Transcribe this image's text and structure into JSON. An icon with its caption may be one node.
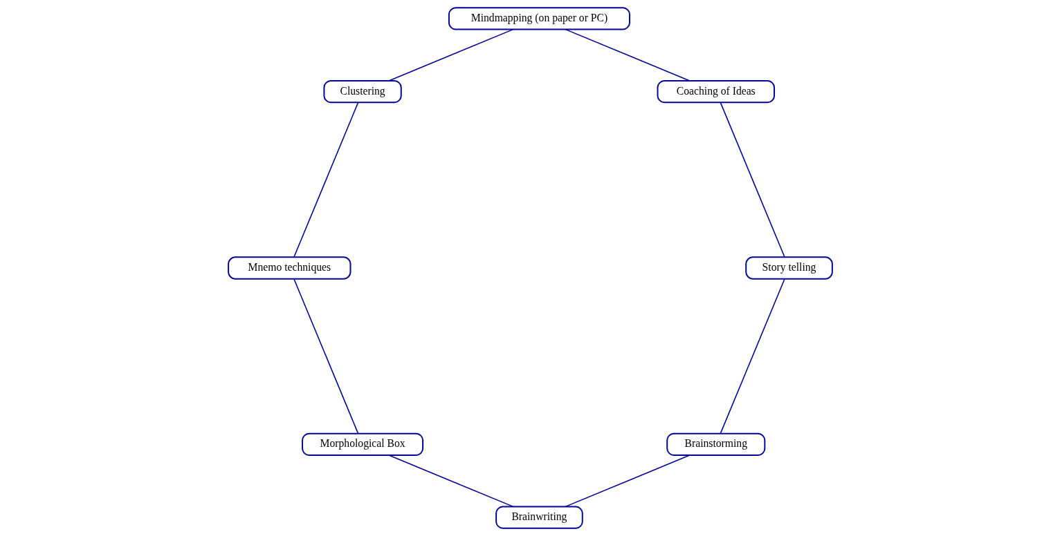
{
  "diagram": {
    "nodes": [
      {
        "text": [
          "Brainstorming"
        ]
      },
      {
        "text": [
          "Story telling"
        ]
      },
      {
        "text": [
          "Brainwriting"
        ]
      },
      {
        "text": [
          "Coaching of Ideas"
        ]
      },
      {
        "text": [
          "Morphological Box"
        ]
      },
      {
        "text": [
          "Mnemo techniques"
        ]
      },
      {
        "text": [
          "Mindmapping (on paper or PC)"
        ]
      },
      {
        "text": [
          "Clustering"
        ]
      }
    ],
    "edges": [
      {
        "from": 0,
        "to": 2,
        "arrow": "none"
      },
      {
        "from": 2,
        "to": 4,
        "arrow": "none"
      },
      {
        "from": 4,
        "to": 5,
        "arrow": "none"
      },
      {
        "from": 5,
        "to": 7,
        "arrow": "none"
      },
      {
        "from": 7,
        "to": 6,
        "arrow": "none"
      },
      {
        "from": 6,
        "to": 3,
        "arrow": "none"
      },
      {
        "from": 3,
        "to": 1,
        "arrow": "none"
      },
      {
        "from": 1,
        "to": 0,
        "arrow": "none"
      }
    ]
  }
}
